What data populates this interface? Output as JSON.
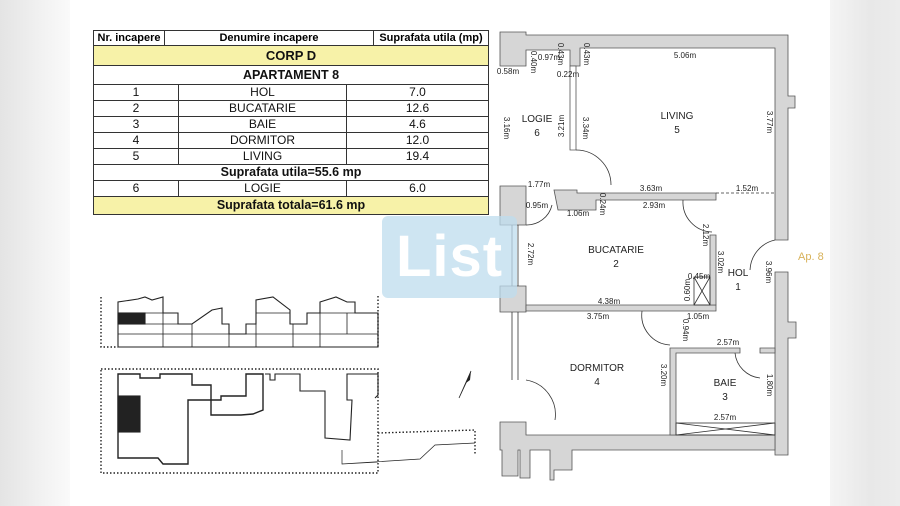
{
  "table": {
    "headers": [
      "Nr. incapere",
      "Denumire incapere",
      "Suprafata utila (mp)"
    ],
    "building": "CORP D",
    "apartment": "APARTAMENT 8",
    "rooms": [
      {
        "nr": "1",
        "name": "HOL",
        "area": "7.0"
      },
      {
        "nr": "2",
        "name": "BUCATARIE",
        "area": "12.6"
      },
      {
        "nr": "3",
        "name": "BAIE",
        "area": "4.6"
      },
      {
        "nr": "4",
        "name": "DORMITOR",
        "area": "12.0"
      },
      {
        "nr": "5",
        "name": "LIVING",
        "area": "19.4"
      }
    ],
    "useful_total": "Suprafata utila=55.6 mp",
    "extra_rooms": [
      {
        "nr": "6",
        "name": "LOGIE",
        "area": "6.0"
      }
    ],
    "grand_total": "Suprafata totala=61.6 mp",
    "highlight_color": "#f7f2a8"
  },
  "plan": {
    "rooms": {
      "living": {
        "name": "LIVING",
        "nr": "5"
      },
      "logie": {
        "name": "LOGIE",
        "nr": "6"
      },
      "bucatarie": {
        "name": "BUCATARIE",
        "nr": "2"
      },
      "hol": {
        "name": "HOL",
        "nr": "1"
      },
      "dormitor": {
        "name": "DORMITOR",
        "nr": "4"
      },
      "baie": {
        "name": "BAIE",
        "nr": "3"
      }
    },
    "dimensions": {
      "d506": "5.06m",
      "d040": "0.40m",
      "d097": "0.97m",
      "d043a": "0.43m",
      "d043b": "0.43m",
      "d058": "0.58m",
      "d022": "0.22m",
      "d316": "3.16m",
      "d321": "3.21m",
      "d334": "3.34m",
      "d377": "3.77m",
      "d177": "1.77m",
      "d363": "3.63m",
      "d152": "1.52m",
      "d095": "0.95m",
      "d106": "1.06m",
      "d024": "0.24m",
      "d293": "2.93m",
      "d212": "2.12m",
      "d302": "3.02m",
      "d272": "2.72m",
      "d396": "3.96m",
      "d045": "0.45m",
      "d060": "0.60m",
      "d438": "4.38m",
      "d375": "3.75m",
      "d105": "1.05m",
      "d094": "0.94m",
      "d257a": "2.57m",
      "d320": "3.20m",
      "d180": "1.80m",
      "d257b": "2.57m"
    },
    "apartment_tag": "Ap. 8",
    "wall_color": "#d6d6d6",
    "tag_color": "#d8b25a"
  },
  "watermark": {
    "logo_text": "List",
    "color": "#bedcee"
  },
  "site_plan": {
    "highlight_color": "#222222",
    "compass_icon": "north-arrow"
  }
}
